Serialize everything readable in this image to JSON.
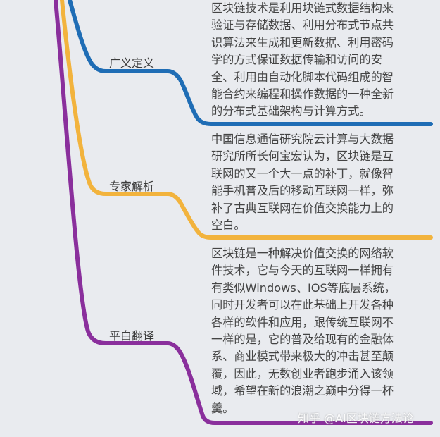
{
  "colors": {
    "branch_1": "#1f6db5",
    "branch_2": "#f2b33d",
    "branch_3": "#8a2f9c",
    "background": "#e9ebef"
  },
  "branches": [
    {
      "label": "广义定义",
      "lines": [
        "区块链技术是利用块链式数据结构来",
        "验证与存储数据、利用分布式节点共",
        "识算法来生成和更新数据、利用密码",
        "学的方式保证数据传输和访问的安",
        "全、利用由自动化脚本代码组成的智",
        "能合约来编程和操作数据的一种全新",
        "的分布式基础架构与计算方式。"
      ]
    },
    {
      "label": "专家解析",
      "lines": [
        "中国信息通信研究院云计算与大数据",
        "研究所所长何宝宏认为，区块链是互",
        "联网的又一个大一点的补丁，就像智",
        "能手机普及后的移动互联网一样，弥",
        "补了古典互联网在价值交换能力上的",
        "空白。"
      ]
    },
    {
      "label": "平白翻译",
      "lines": [
        "区块链是一种解决价值交换的网络软",
        "件技术，它与今天的互联网一样拥有",
        "有类似Windows、IOS等底层系统，",
        "同时开发者可以在此基础上开发各种",
        "各样的软件和应用，跟传统互联网不",
        "一样的是，它的普及给现有的金融体",
        "系、商业模式带来极大的冲击甚至颠",
        "覆，因此，无数创业者跑步涌入该领",
        "域，希望在新的浪潮之巅中分得一杯",
        "羹。"
      ]
    }
  ],
  "watermark": "知乎 @AI区块链方法论"
}
